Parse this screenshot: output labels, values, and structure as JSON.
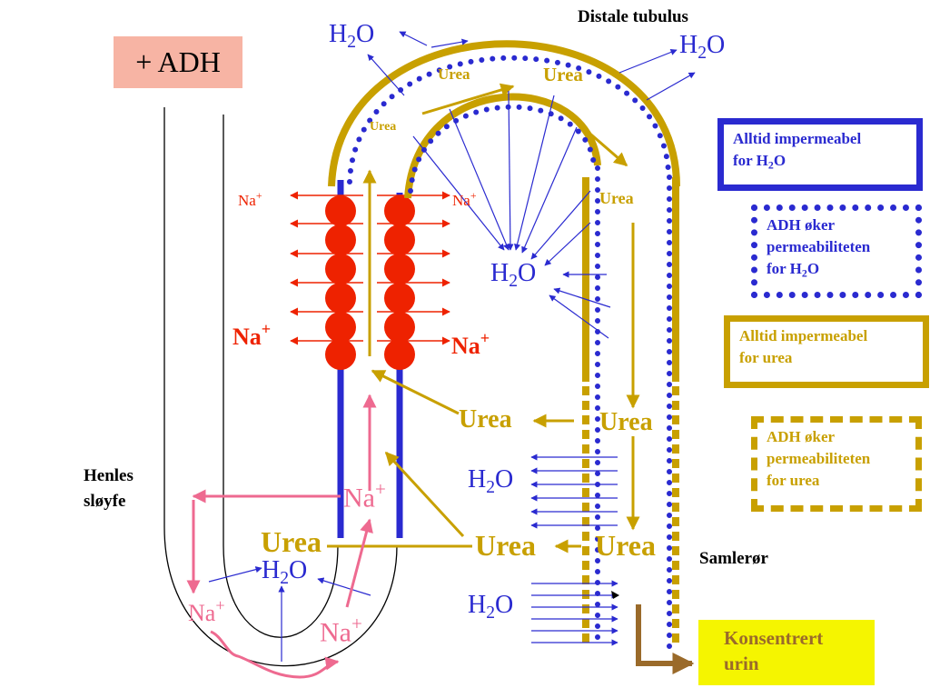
{
  "badge": {
    "text": "+ ADH"
  },
  "titles": {
    "distal": "Distale tubulus",
    "henle_line1": "Henles",
    "henle_line2": "sløyfe",
    "collecting_duct": "Samlerør"
  },
  "legend": {
    "always_impermeable_water": {
      "line1": "Alltid impermeabel",
      "line2_prefix": "for H",
      "line2_sub": "2",
      "line2_suffix": "O"
    },
    "adh_water": {
      "line1": "ADH øker",
      "line2": "permeabiliteten",
      "line3_prefix": "for H",
      "line3_sub": "2",
      "line3_suffix": "O"
    },
    "always_impermeable_urea": {
      "line1": "Alltid impermeabel",
      "line2": "for urea"
    },
    "adh_urea": {
      "line1": "ADH øker",
      "line2": "permeabiliteten",
      "line3": "for urea"
    }
  },
  "output": {
    "line1": "Konsentrert",
    "line2": "urin"
  },
  "labels": {
    "water_main": "H",
    "water_sub": "2",
    "water_end": "O",
    "urea": "Urea",
    "na": "Na",
    "na_sup": "+"
  },
  "colors": {
    "water_blue": "#2a2ad0",
    "urea_gold": "#c8a000",
    "sodium_red": "#ee2200",
    "sodium_pink": "#ee6a90",
    "urine_brown": "#9a6a2a",
    "badge_salmon": "#f7b4a4",
    "output_yellow": "#f5f500"
  }
}
